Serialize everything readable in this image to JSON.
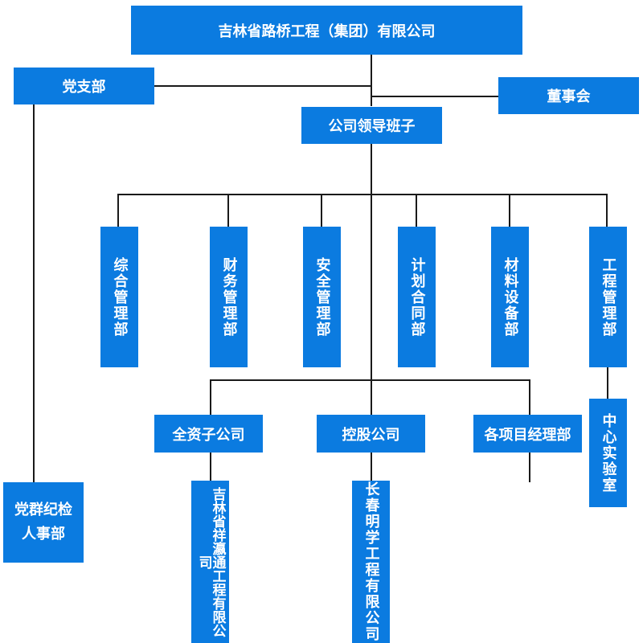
{
  "org": {
    "colors": {
      "box": "#0b7be0",
      "text": "#ffffff",
      "line": "#1a1a1a"
    },
    "root": "吉林省路桥工程（集团）有限公司",
    "party_branch": "党支部",
    "board": "董事会",
    "leadership": "公司领导班子",
    "departments": [
      "综合管理部",
      "财务管理部",
      "安全管理部",
      "计划合同部",
      "材料设备部",
      "工程管理部"
    ],
    "lab": "中心实验室",
    "subsidiaries": {
      "wholly_owned": "全资子公司",
      "holding": "控股公司",
      "project_managers": "各项目经理部"
    },
    "party_discipline_hr": "党群纪检人事部",
    "company_a": "吉林省祥瀛通工程有限公司",
    "company_b": "长春明学工程有限公司"
  }
}
